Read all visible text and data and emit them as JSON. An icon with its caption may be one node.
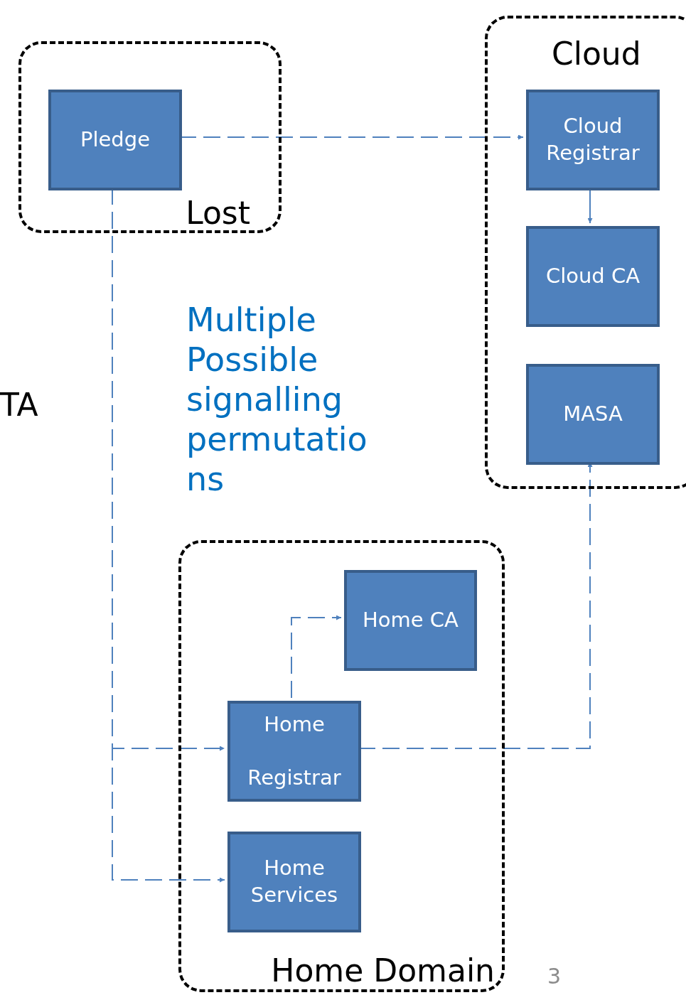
{
  "diagram": {
    "nodes": [
      {
        "text": [
          "Lost"
        ]
      },
      {
        "text": [
          "Pledge"
        ],
        "in": 0
      },
      {
        "text": [
          "Cloud"
        ]
      },
      {
        "text": [
          "Cloud Registrar"
        ],
        "in": 2
      },
      {
        "text": [
          "Cloud CA"
        ],
        "in": 2
      },
      {
        "text": [
          "MASA"
        ],
        "in": 2
      },
      {
        "text": [
          "Home Domain"
        ]
      },
      {
        "text": [
          "Home CA"
        ],
        "in": 6
      },
      {
        "text": [
          "Home Registrar"
        ],
        "in": 6
      },
      {
        "text": [
          "Home Services"
        ],
        "in": 6
      }
    ],
    "edges": [
      {
        "from": 1,
        "to": 3,
        "arrow": "to",
        "style": "dashed"
      },
      {
        "from": 3,
        "to": 4,
        "arrow": "to"
      },
      {
        "from": 1,
        "to": 8,
        "arrow": "to",
        "style": "dashed"
      },
      {
        "from": 1,
        "to": 9,
        "arrow": "to",
        "style": "dashed"
      },
      {
        "from": 8,
        "to": 7,
        "arrow": "to",
        "style": "dashed"
      },
      {
        "from": 8,
        "to": 5,
        "arrow": "to",
        "style": "dashed"
      }
    ],
    "labels": [
      "TA",
      "Multiple Possible signalling permutatio ns",
      "3"
    ]
  }
}
